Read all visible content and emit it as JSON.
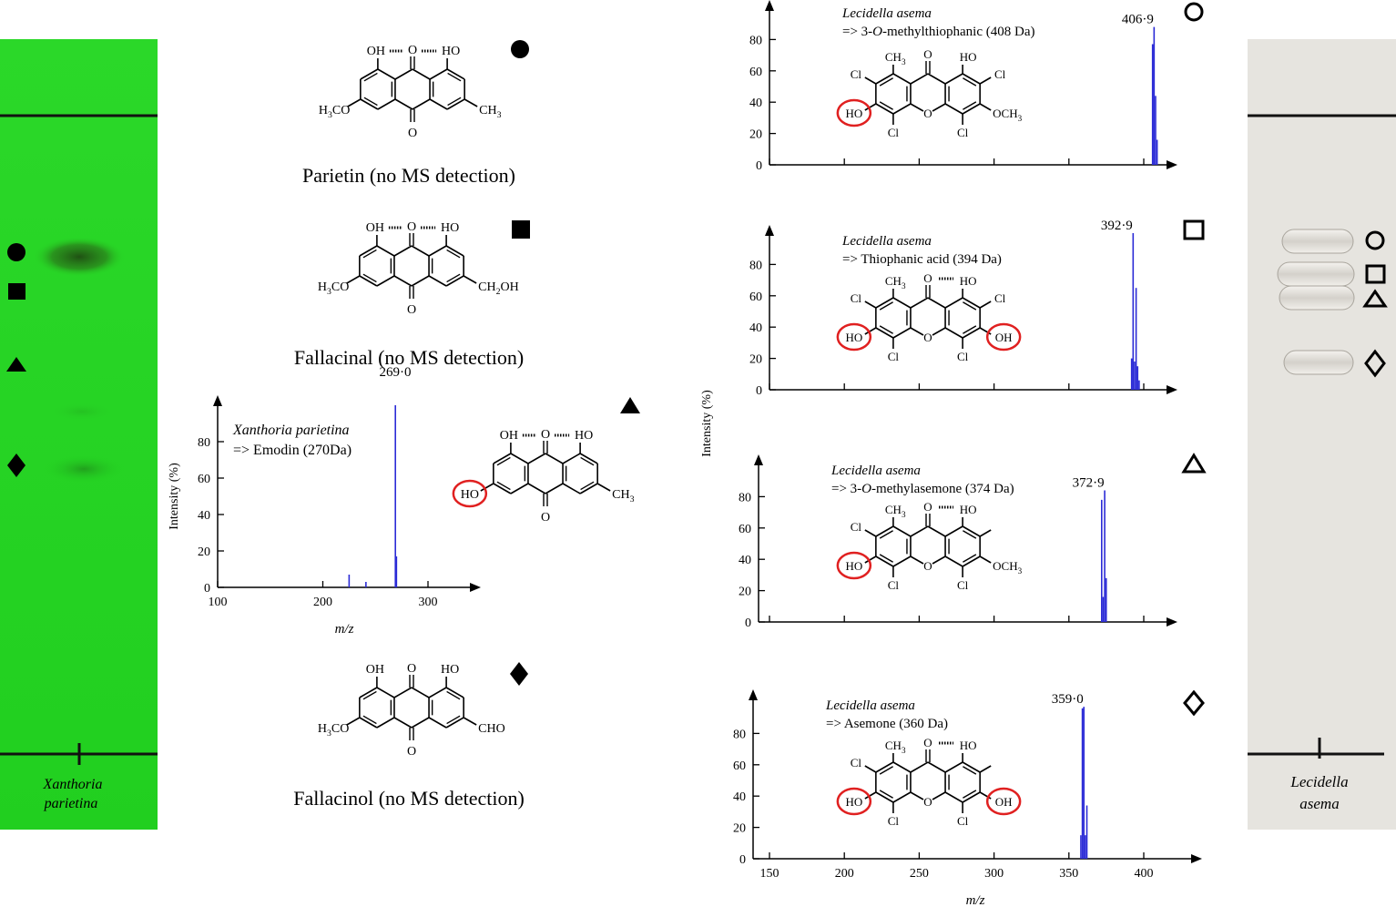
{
  "tlc_left": {
    "species_line1": "Xanthoria",
    "species_line2": "parietina",
    "plate_color": "#24d421"
  },
  "tlc_right": {
    "species_line1": "Lecidella",
    "species_line2": "asema",
    "plate_color": "#e3e1dc"
  },
  "compounds": {
    "parietin": {
      "caption": "Parietin (no MS detection)",
      "sub": "CH3",
      "left": "H3CO"
    },
    "fallacinal": {
      "caption": "Fallacinal (no MS detection)",
      "sub": "CH2OH",
      "left": "H3CO"
    },
    "fallacinol": {
      "caption": "Fallacinol (no MS detection)",
      "sub": "CHO",
      "left": "H3CO"
    },
    "emodin": {
      "sub": "CH3",
      "left": "HO"
    }
  },
  "atoms": {
    "oh": "OH",
    "ho": "HO",
    "o": "O",
    "cl": "Cl",
    "ch3": "CH",
    "och3": "OCH",
    "three": "3",
    "two": "2"
  },
  "emodin_spectrum": {
    "species": "Xanthoria parietina",
    "compound": "=> Emodin (270Da)",
    "peak_label": "269·0",
    "ylabel": "Intensity (%)",
    "xlabel": "m/z",
    "xticks": [
      "100",
      "200",
      "300"
    ],
    "yticks": [
      "0",
      "20",
      "40",
      "60",
      "80"
    ]
  },
  "asema_spectra": {
    "ylabel": "Intensity (%)",
    "xlabel": "m/z",
    "xticks": [
      "150",
      "200",
      "250",
      "300",
      "350",
      "400"
    ],
    "yticks": [
      "0",
      "20",
      "40",
      "60",
      "80"
    ],
    "panels": [
      {
        "species": "Lecidella asema",
        "compound_prefix": "=> 3-",
        "compound_italic": "O",
        "compound_suffix": "-methylthiophanic (408 Da)",
        "peak_label": "406·9",
        "marker": "circle-open"
      },
      {
        "species": "Lecidella asema",
        "compound_prefix": "=> Thiophanic acid (394 Da)",
        "compound_italic": "",
        "compound_suffix": "",
        "peak_label": "392·9",
        "marker": "square-open"
      },
      {
        "species": "Lecidella asema",
        "compound_prefix": "=> 3-",
        "compound_italic": "O",
        "compound_suffix": "-methylasemone (374 Da)",
        "peak_label": "372·9",
        "marker": "triangle-open"
      },
      {
        "species": "Lecidella asema",
        "compound_prefix": "=> Asemone (360 Da)",
        "compound_italic": "",
        "compound_suffix": "",
        "peak_label": "359·0",
        "marker": "diamond-open"
      }
    ]
  },
  "chart_data": [
    {
      "type": "bar",
      "title": "",
      "xlabel": "m/z",
      "ylabel": "Intensity (%)",
      "xlim": [
        100,
        350
      ],
      "ylim": [
        0,
        100
      ],
      "annotation": "Xanthoria parietina => Emodin (270Da)",
      "x": [
        225,
        241,
        269,
        270
      ],
      "values": [
        7,
        3,
        100,
        17
      ]
    },
    {
      "type": "bar",
      "title": "",
      "xlabel": "m/z",
      "ylabel": "Intensity (%)",
      "xlim": [
        150,
        425
      ],
      "ylim": [
        0,
        100
      ],
      "annotation": "Lecidella asema => 3-O-methylthiophanic (408 Da)",
      "x": [
        405.9,
        406.9,
        407.9,
        408.9
      ],
      "values": [
        77,
        88,
        44,
        16
      ]
    },
    {
      "type": "bar",
      "title": "",
      "xlabel": "m/z",
      "ylabel": "Intensity (%)",
      "xlim": [
        150,
        425
      ],
      "ylim": [
        0,
        100
      ],
      "annotation": "Lecidella asema => Thiophanic acid (394 Da)",
      "x": [
        391.9,
        392.9,
        393.9,
        394.9,
        395.9,
        396.9
      ],
      "values": [
        20,
        100,
        18,
        65,
        15,
        6
      ]
    },
    {
      "type": "bar",
      "title": "",
      "xlabel": "m/z",
      "ylabel": "Intensity (%)",
      "xlim": [
        150,
        425
      ],
      "ylim": [
        0,
        100
      ],
      "annotation": "Lecidella asema => 3-O-methylasemone (374 Da)",
      "x": [
        371.9,
        372.9,
        373.9,
        374.9
      ],
      "values": [
        78,
        16,
        84,
        28
      ]
    },
    {
      "type": "bar",
      "title": "",
      "xlabel": "m/z",
      "ylabel": "Intensity (%)",
      "xlim": [
        150,
        425
      ],
      "ylim": [
        0,
        100
      ],
      "annotation": "Lecidella asema => Asemone (360 Da)",
      "x": [
        358.0,
        359.0,
        360.0,
        361.0,
        362.0
      ],
      "values": [
        15,
        96,
        97,
        15,
        34
      ]
    }
  ]
}
